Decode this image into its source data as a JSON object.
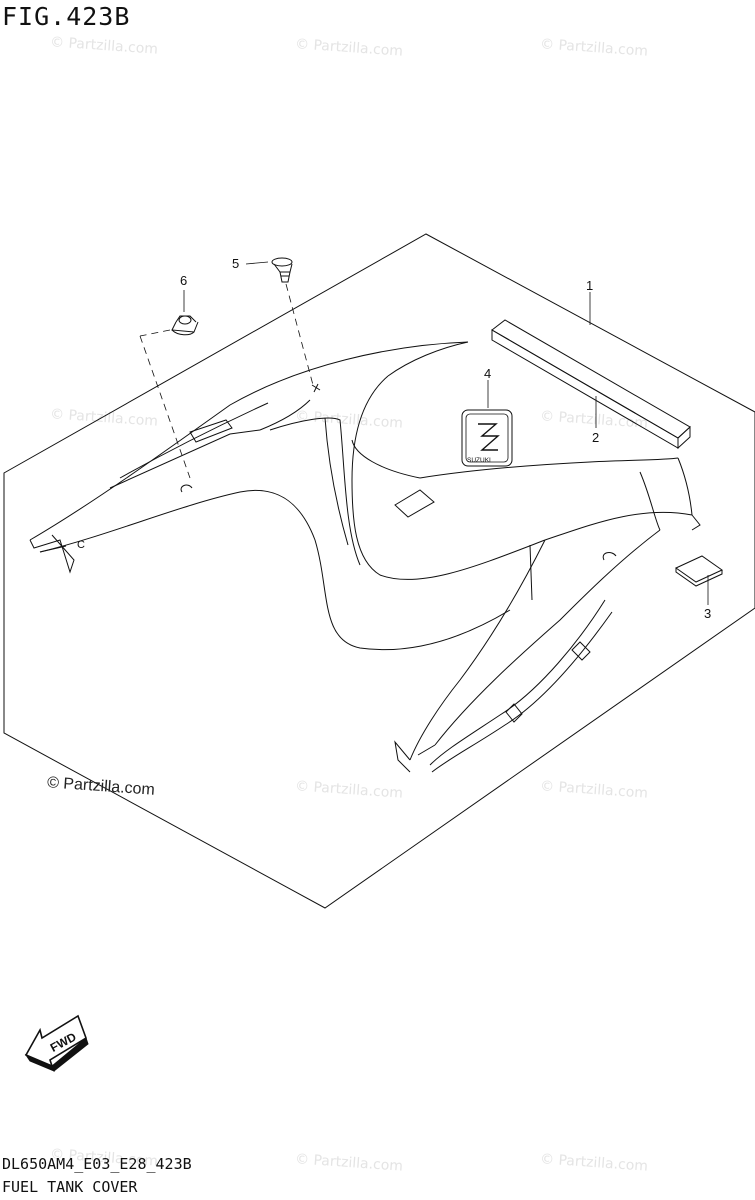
{
  "figure": {
    "title": "FIG.423B"
  },
  "footer": {
    "code": "DL650AM4_E03_E28_423B",
    "name": "FUEL TANK COVER"
  },
  "watermark": {
    "text": "© Partzilla.com"
  },
  "copyright": {
    "text": "© Partzilla.com"
  },
  "callouts": {
    "c1": "1",
    "c2": "2",
    "c3": "3",
    "c4": "4",
    "c5": "5",
    "c6": "6"
  },
  "emblem": {
    "text": "SUZUKI"
  },
  "fwd": {
    "text": "FWD"
  }
}
